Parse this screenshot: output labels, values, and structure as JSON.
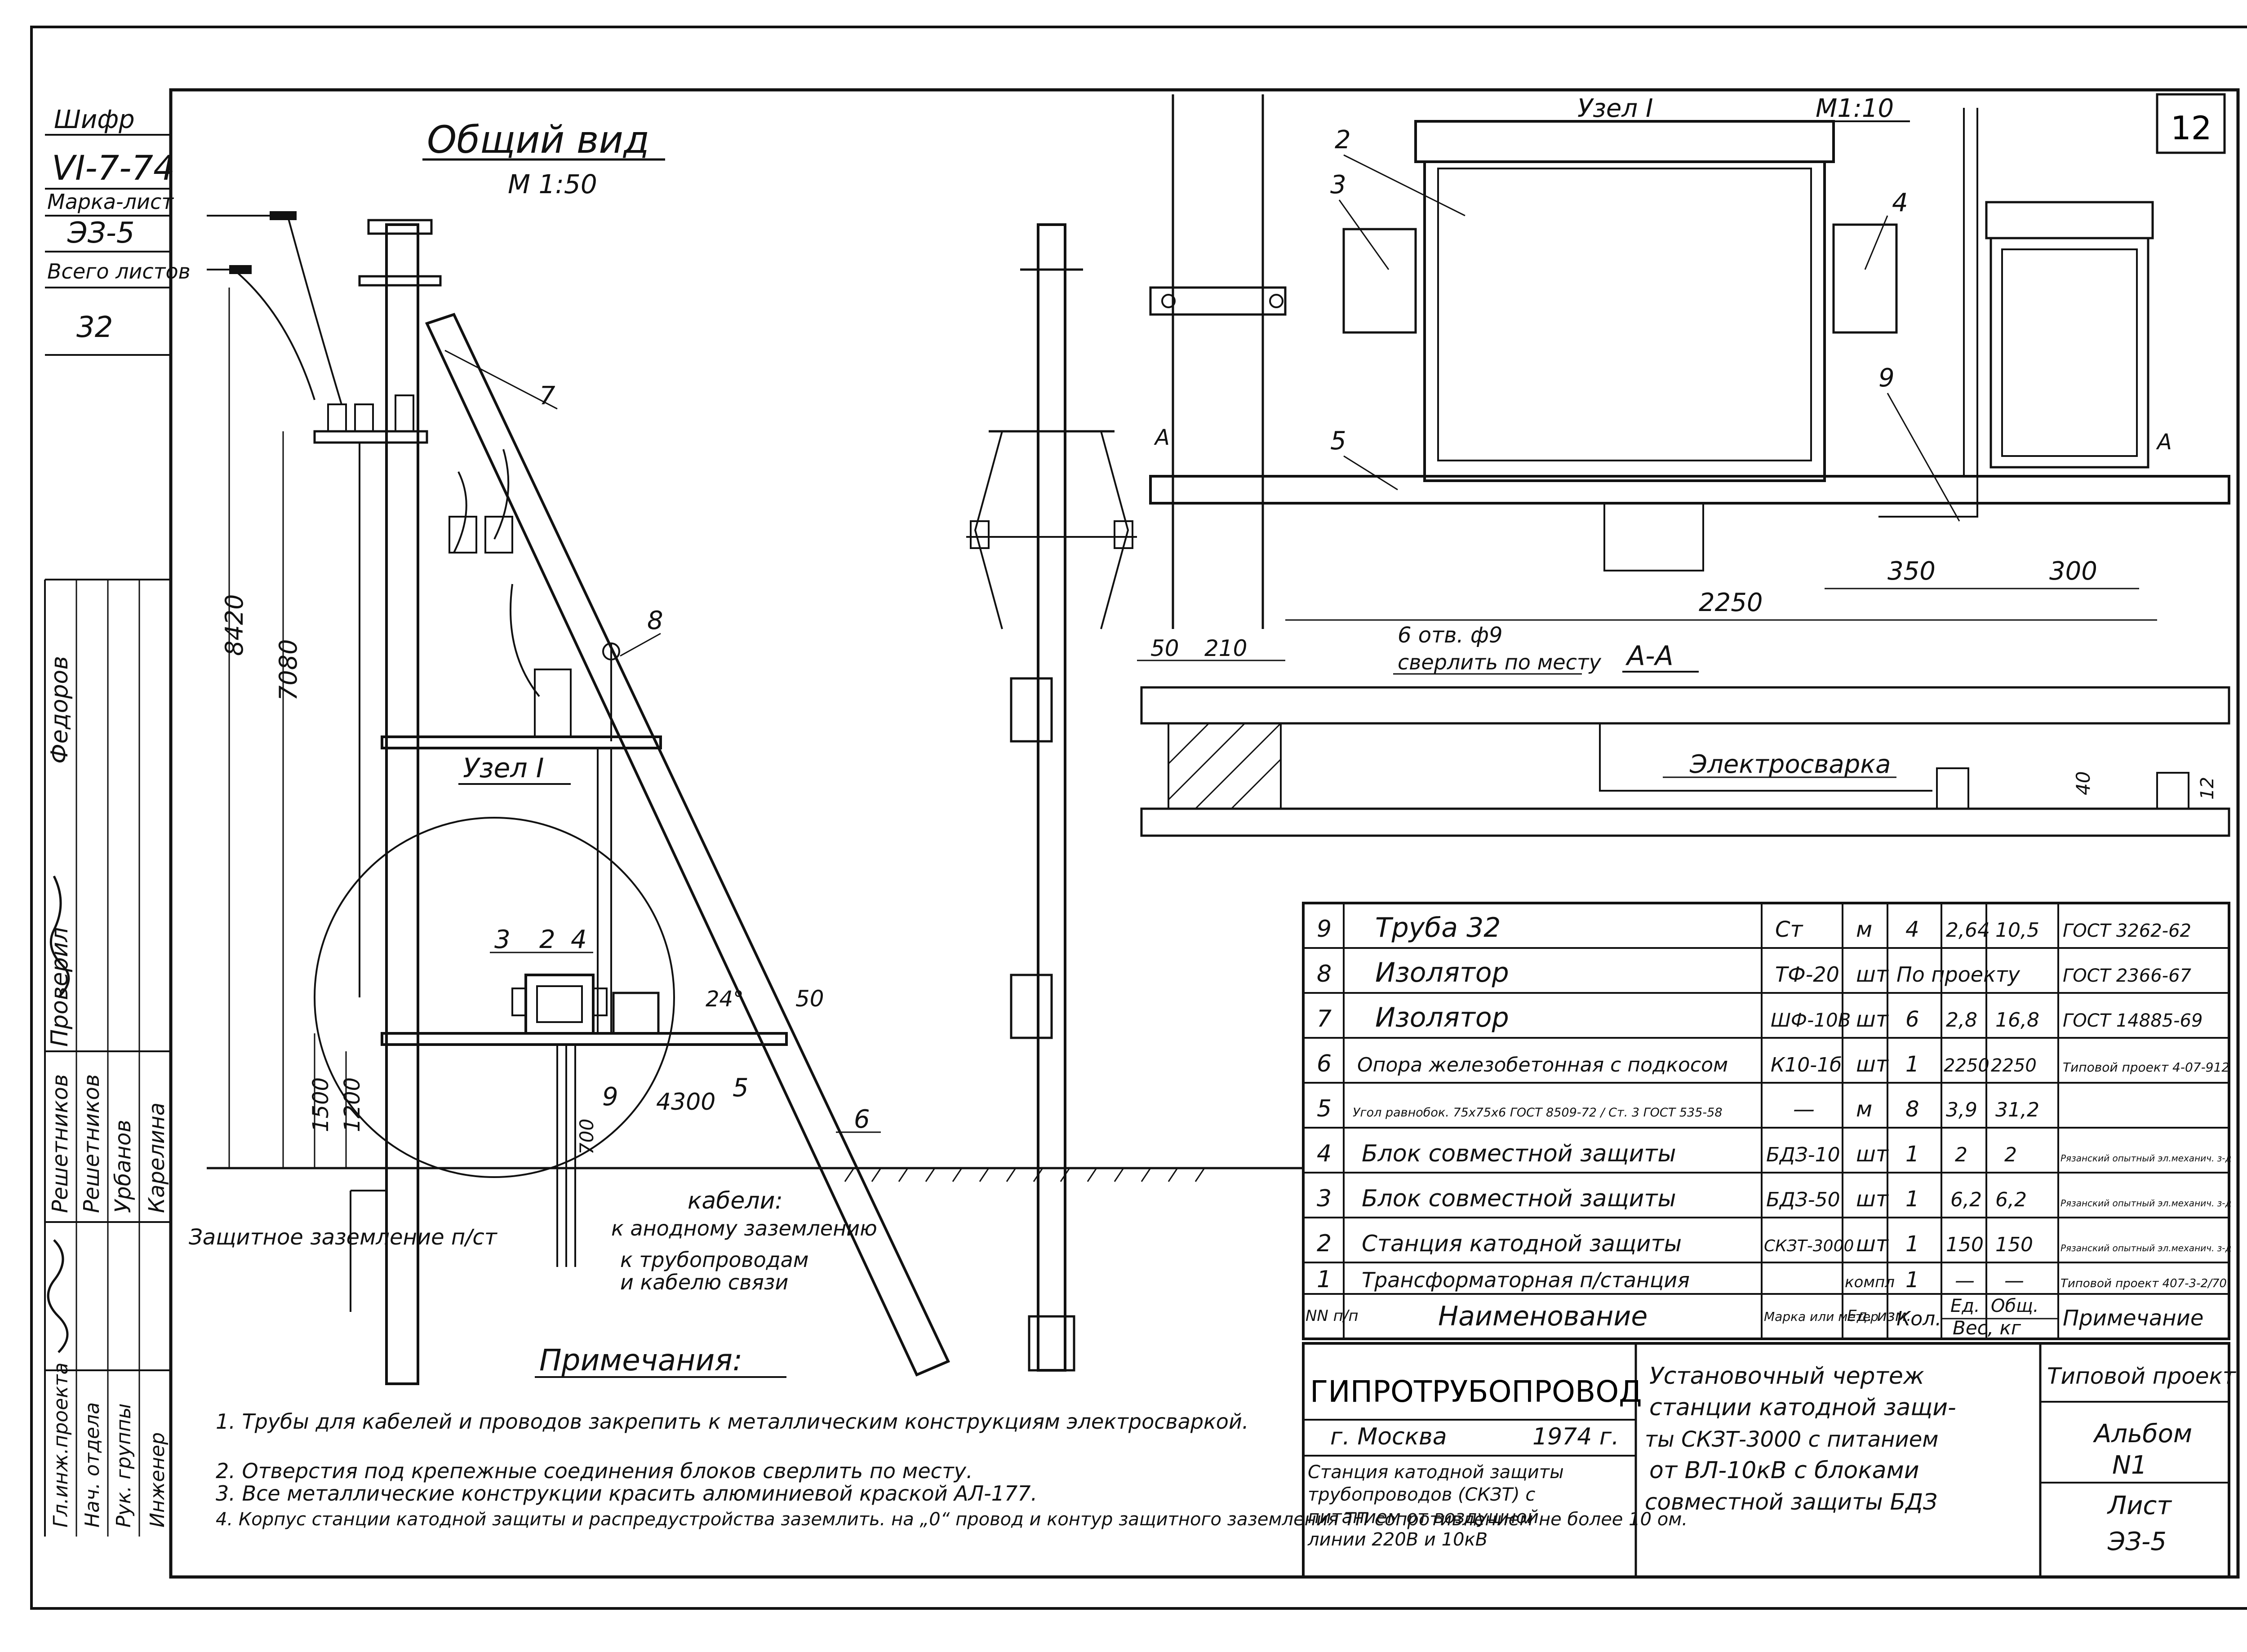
{
  "sheet": {
    "number": "12"
  },
  "left_stamp": {
    "cipher_label": "Шифр",
    "cipher_value": "VI-7-74",
    "mark_sheet_label": "Марка-лист",
    "mark_sheet_value": "ЭЗ-5",
    "total_sheets_label": "Всего листов",
    "total_sheets_value": "32",
    "roles": [
      {
        "role": "Гл.инж.проекта",
        "name": "Решетников"
      },
      {
        "role": "Нач. отдела",
        "name": "Решетников"
      },
      {
        "role": "Рук. группы",
        "name": "Урбанов"
      },
      {
        "role": "Инженер",
        "name": "Карелина"
      }
    ],
    "checked_label": "Проверил",
    "checked_name": "Федоров"
  },
  "general_view": {
    "title": "Общий вид",
    "scale": "М 1:50",
    "node_label": "Узел I",
    "dim_total": "8420",
    "dim_crossarm": "7080",
    "dim_platform_a": "1500",
    "dim_platform_b": "1200",
    "dim_platform_len": "4300",
    "dim_side": "50",
    "dim_angle": "24°",
    "dim_depth": "700",
    "callouts": [
      "3",
      "2",
      "4",
      "7",
      "8",
      "9",
      "5",
      "6"
    ],
    "grounding_label": "Защитное заземление п/ст",
    "cables_label": "кабели:",
    "cable_anode": "к анодному заземлению",
    "cable_pipeline_1": "к трубопроводам",
    "cable_pipeline_2": "и кабелю связи"
  },
  "node_view": {
    "title": "Узел I",
    "scale": "М1:10",
    "callouts": [
      "2",
      "3",
      "4",
      "5",
      "9"
    ],
    "dim_350": "350",
    "dim_300": "300",
    "dim_2250": "2250",
    "dim_50": "50",
    "dim_210": "210",
    "holes_note_1": "6 отв. ф9",
    "holes_note_2": "сверлить по месту",
    "section_label": "А-А",
    "section_mark": "А",
    "welding_label": "Электросварка",
    "dim_40": "40",
    "dim_12": "12"
  },
  "spec_table": {
    "headers": {
      "num": "NN п/п",
      "name": "Наименование",
      "mark": "Марка или метер",
      "unit": "Ед. изм.",
      "qty": "Кол.",
      "weight": "Вес, кг",
      "weight_unit": "Ед.",
      "weight_total": "Общ.",
      "note": "Примечание"
    },
    "rows": [
      {
        "n": "9",
        "name": "Труба 32",
        "mark": "Ст",
        "unit": "м",
        "qty": "4",
        "w1": "2,64",
        "w2": "10,5",
        "note": "ГОСТ 3262-62"
      },
      {
        "n": "8",
        "name": "Изолятор",
        "mark": "ТФ-20",
        "unit": "шт",
        "qty": "По проекту",
        "w1": "",
        "w2": "",
        "note": "ГОСТ 2366-67"
      },
      {
        "n": "7",
        "name": "Изолятор",
        "mark": "ШФ-10В",
        "unit": "шт",
        "qty": "6",
        "w1": "2,8",
        "w2": "16,8",
        "note": "ГОСТ 14885-69"
      },
      {
        "n": "6",
        "name": "Опора железобетонная с подкосом",
        "mark": "К10-1б",
        "unit": "шт",
        "qty": "1",
        "w1": "2250",
        "w2": "2250",
        "note": "Типовой проект 4-07-912"
      },
      {
        "n": "5",
        "name": "Угол равнобок. 75х75х6 ГОСТ 8509-72 / Ст. 3 ГОСТ 535-58",
        "mark": "—",
        "unit": "м",
        "qty": "8",
        "w1": "3,9",
        "w2": "31,2",
        "note": ""
      },
      {
        "n": "4",
        "name": "Блок совместной защиты",
        "mark": "БДЗ-10",
        "unit": "шт",
        "qty": "1",
        "w1": "2",
        "w2": "2",
        "note": "Рязанский опытный эл.механич. з-д"
      },
      {
        "n": "3",
        "name": "Блок совместной защиты",
        "mark": "БДЗ-50",
        "unit": "шт",
        "qty": "1",
        "w1": "6,2",
        "w2": "6,2",
        "note": "Рязанский опытный эл.механич. з-д"
      },
      {
        "n": "2",
        "name": "Станция катодной защиты",
        "mark": "СКЗТ-3000",
        "unit": "шт",
        "qty": "1",
        "w1": "150",
        "w2": "150",
        "note": "Рязанский опытный эл.механич. з-д"
      },
      {
        "n": "1",
        "name": "Трансформаторная п/станция",
        "mark": "",
        "unit": "компл",
        "qty": "1",
        "w1": "—",
        "w2": "—",
        "note": "Типовой проект 407-3-2/70"
      }
    ]
  },
  "notes": {
    "title": "Примечания:",
    "items": [
      "1. Трубы для кабелей и проводов закрепить к металлическим конструкциям электросваркой.",
      "2. Отверстия под крепежные соединения блоков сверлить по месту.",
      "3. Все металлические конструкции красить алюминиевой краской АЛ-177.",
      "4. Корпус станции катодной защиты и распредустройства заземлить. на „0“ провод и контур защитного заземления ТП сопротивлением не более 10 ом."
    ]
  },
  "title_block": {
    "org": "ГИПРОТРУБОПРОВОД",
    "city": "г. Москва",
    "year": "1974 г.",
    "subtitle_1": "Станция катодной защиты",
    "subtitle_2": "трубопроводов (СКЗТ) с",
    "subtitle_3": "питанием от воздушной",
    "subtitle_4": "линии 220В и 10кВ",
    "drawing_1": "Установочный чертеж",
    "drawing_2": "станции катодной защи-",
    "drawing_3": "ты СКЗТ-3000 с питанием",
    "drawing_4": "от ВЛ-10кВ с блоками",
    "drawing_5": "совместной защиты БДЗ",
    "project_type": "Типовой проект",
    "album_label": "Альбом",
    "album_value": "N1",
    "sheet_label": "Лист",
    "sheet_value": "ЭЗ-5"
  }
}
